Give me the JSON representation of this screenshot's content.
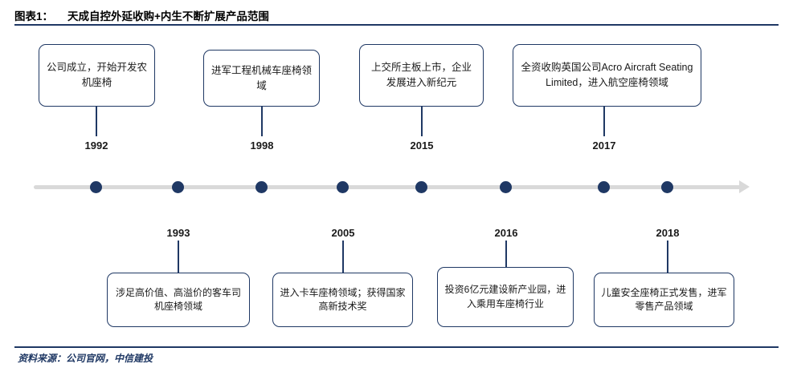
{
  "header": {
    "figure_label": "图表1：",
    "figure_title": "天成自控外延收购+内生不断扩展产品范围"
  },
  "footer": {
    "source": "资料来源：公司官网，中信建投"
  },
  "colors": {
    "accent": "#1f3864",
    "axis": "#d9d9d9",
    "text": "#1a1a1a"
  },
  "timeline": {
    "axis_label": "timeline-axis",
    "nodes": [
      {
        "year": "1992",
        "position": "above",
        "text": "公司成立，开始开发农机座椅"
      },
      {
        "year": "1993",
        "position": "below",
        "text": "涉足高价值、高溢价的客车司机座椅领域"
      },
      {
        "year": "1998",
        "position": "above",
        "text": "进军工程机械车座椅领域"
      },
      {
        "year": "2005",
        "position": "below",
        "text": "进入卡车座椅领域；获得国家高新技术奖"
      },
      {
        "year": "2015",
        "position": "above",
        "text": "上交所主板上市，企业发展进入新纪元"
      },
      {
        "year": "2016",
        "position": "below",
        "text": "投资6亿元建设新产业园，进入乘用车座椅行业"
      },
      {
        "year": "2017",
        "position": "above",
        "text": "全资收购英国公司Acro Aircraft Seating Limited，进入航空座椅领域"
      },
      {
        "year": "2018",
        "position": "below",
        "text": "儿童安全座椅正式发售，进军零售产品领域"
      }
    ]
  }
}
